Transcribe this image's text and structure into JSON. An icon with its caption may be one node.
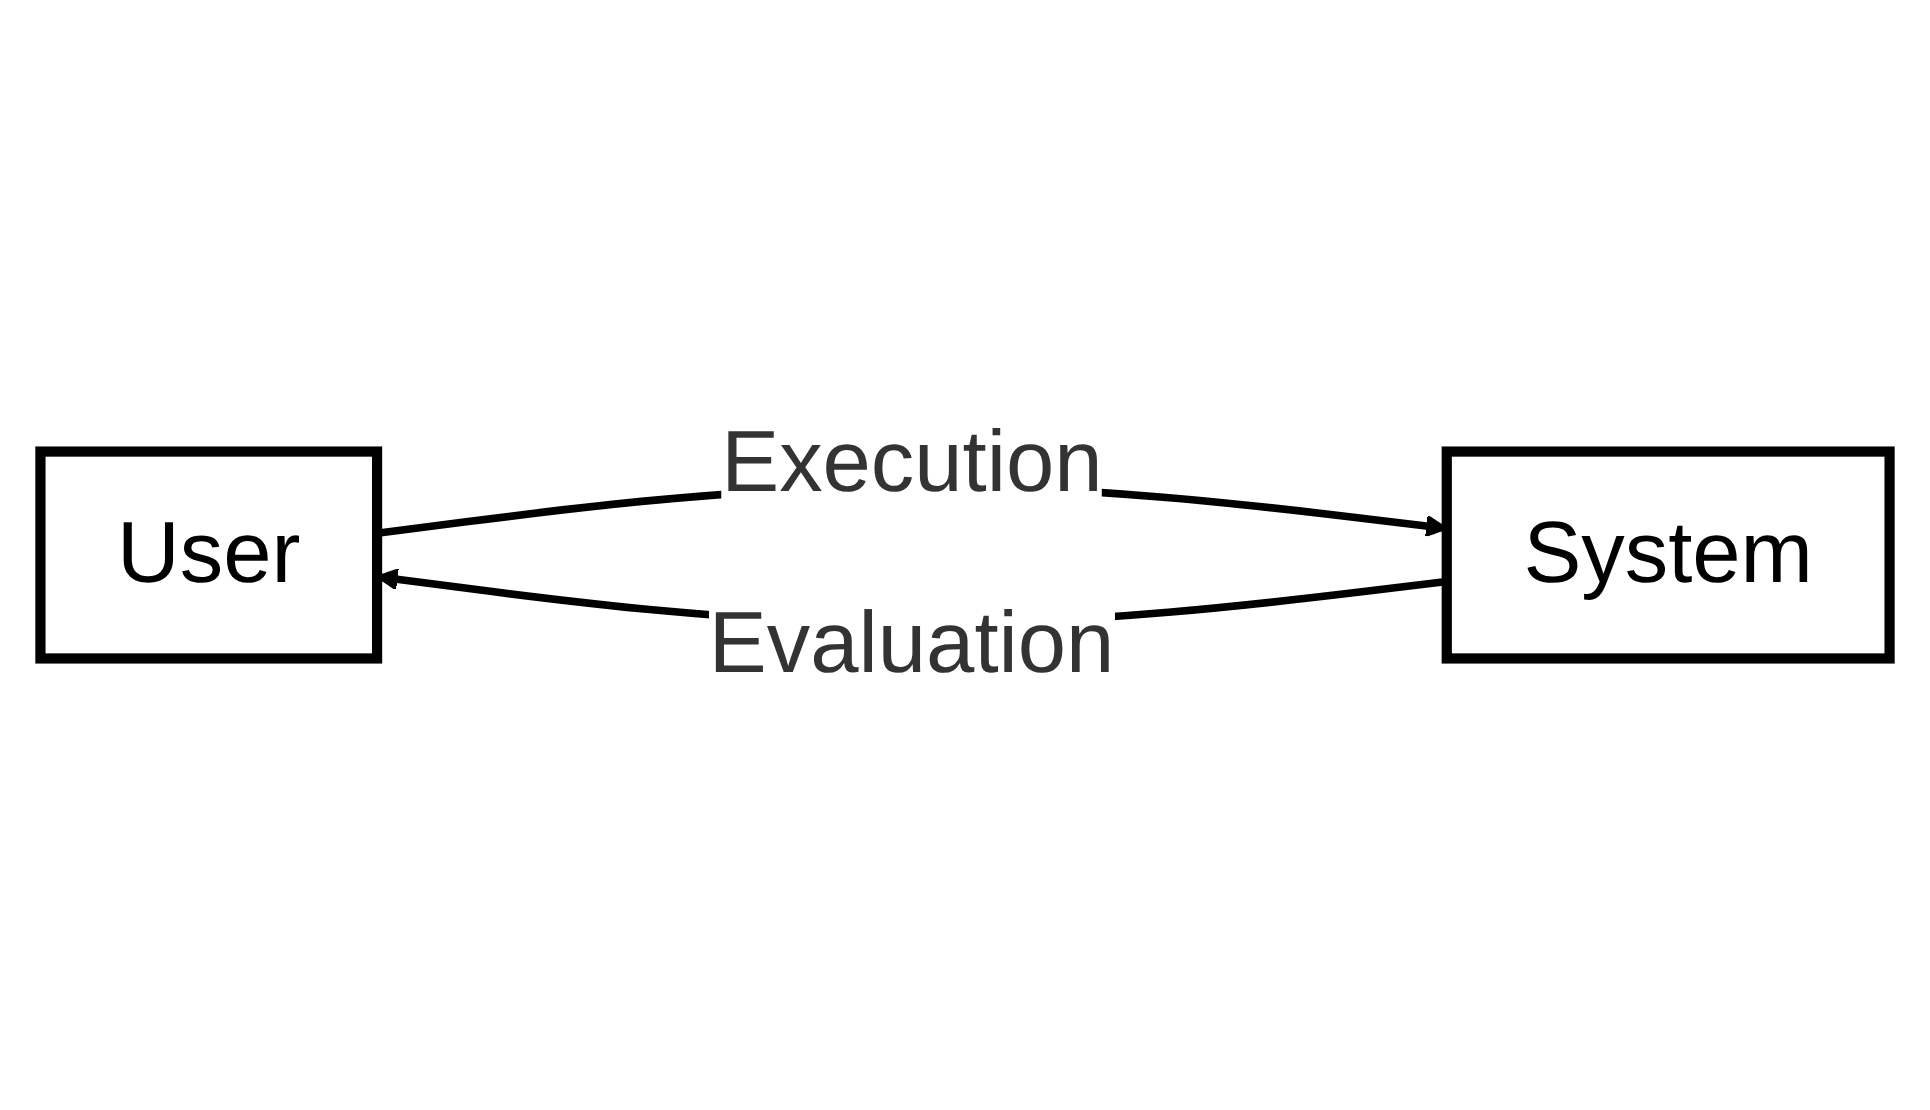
{
  "diagram": {
    "nodes": [
      {
        "text": [
          "User"
        ]
      },
      {
        "text": [
          "System"
        ]
      }
    ],
    "edges": [
      {
        "from": 1,
        "to": 0,
        "arrow": "to",
        "label": "Evaluation"
      },
      {
        "from": 0,
        "to": 1,
        "arrow": "to",
        "label": "Execution"
      }
    ]
  }
}
